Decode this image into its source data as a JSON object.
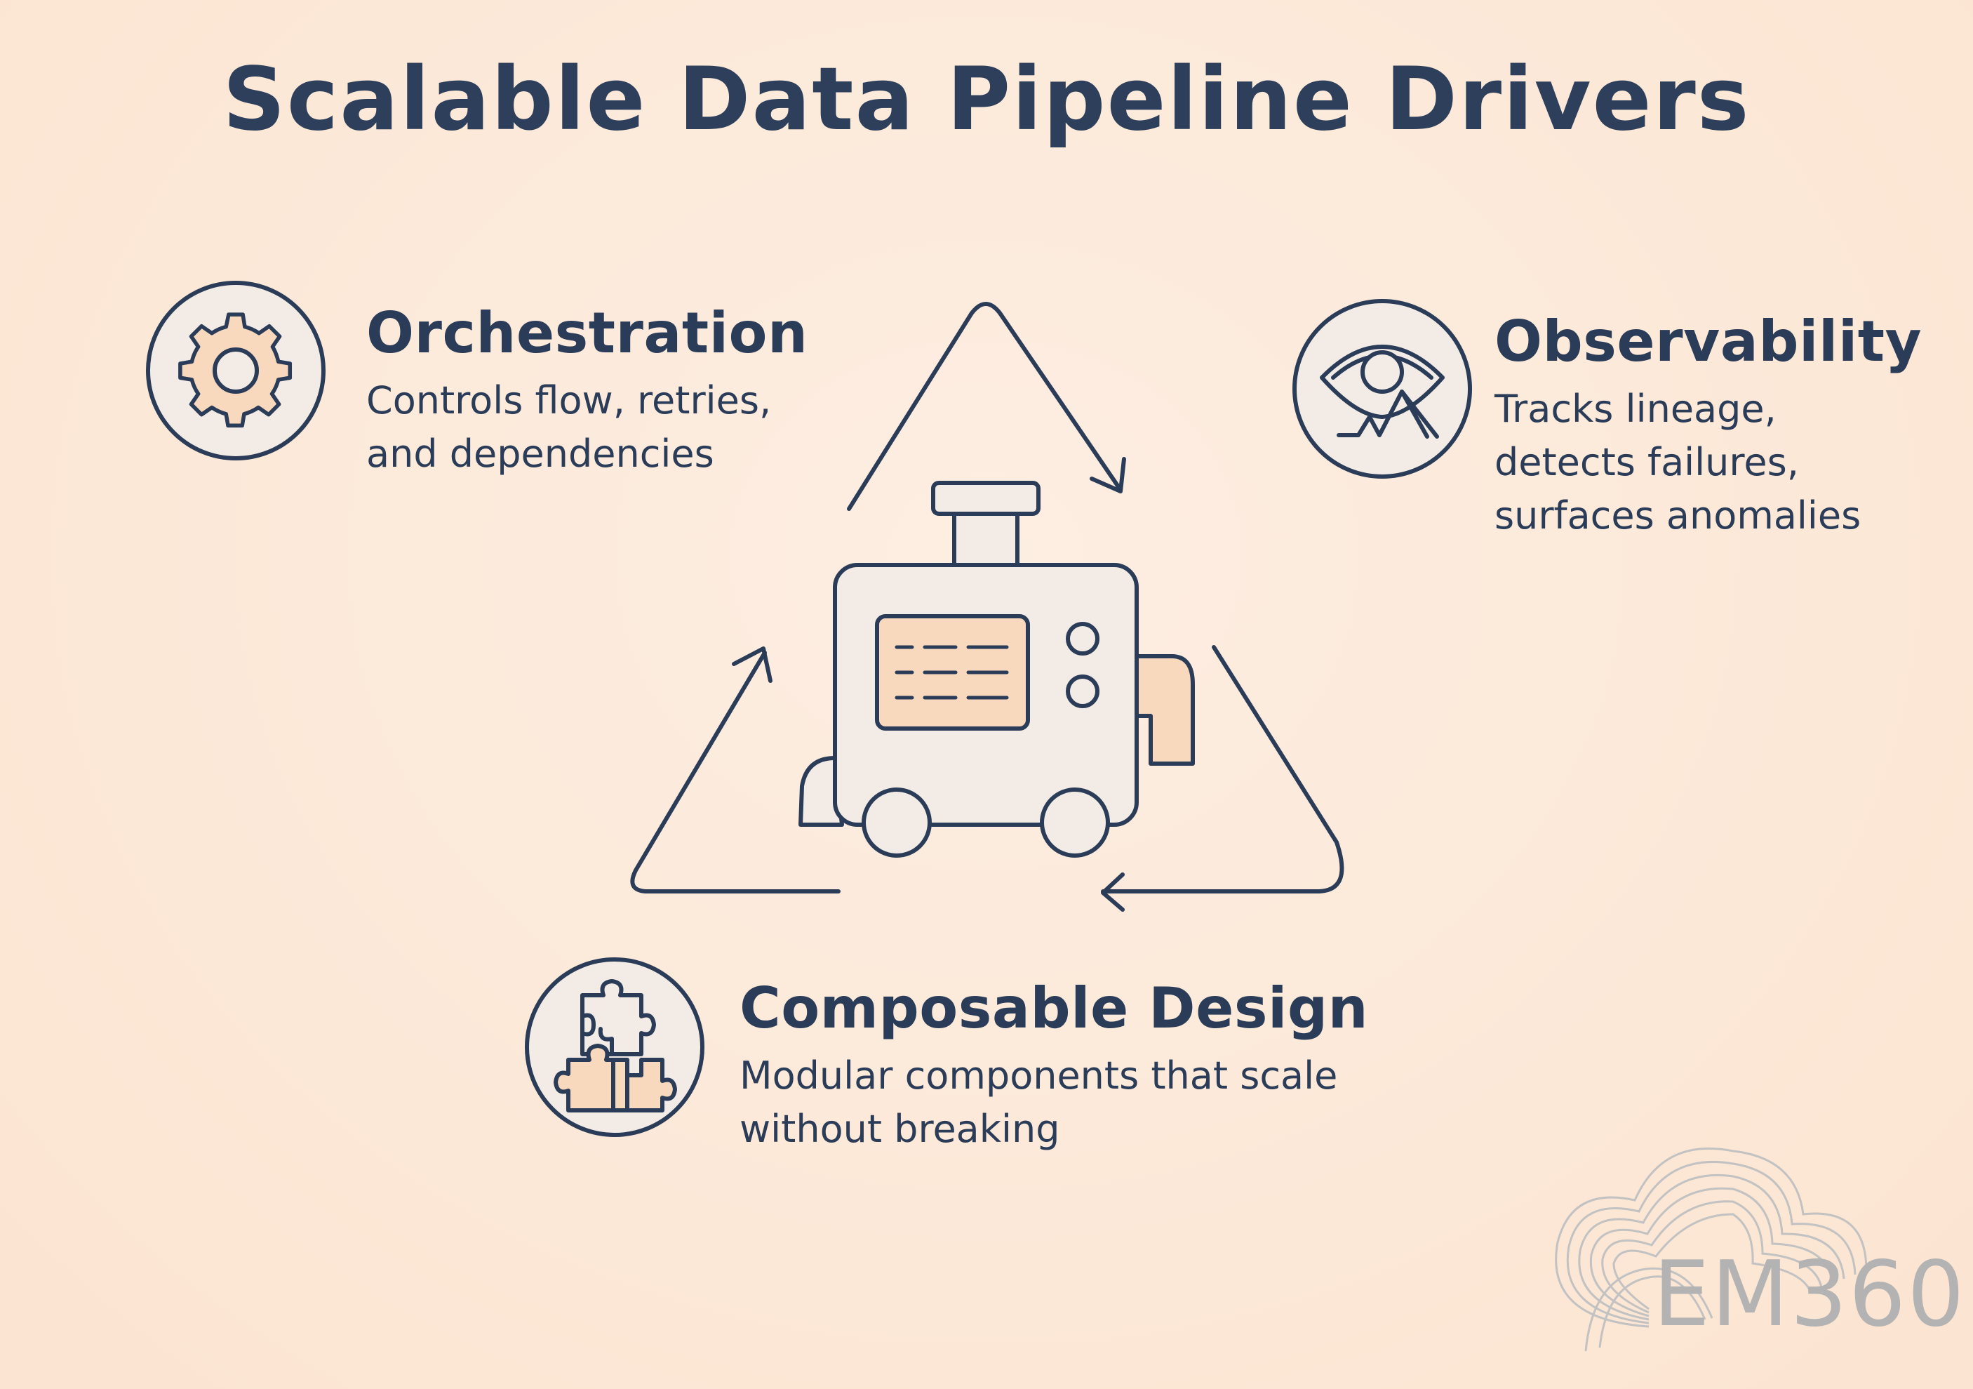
{
  "title": "Scalable Data Pipeline Drivers",
  "drivers": [
    {
      "heading": "Orchestration",
      "lines": [
        "Controls flow, retries,",
        "and dependencies"
      ],
      "icon": "gear-icon"
    },
    {
      "heading": "Observability",
      "lines": [
        "Tracks lineage,",
        "detects failures,",
        "surfaces anomalies"
      ],
      "icon": "eye-icon"
    },
    {
      "heading": "Composable Design",
      "lines": [
        "Modular components that scale",
        "without breaking"
      ],
      "icon": "puzzle-icon"
    }
  ],
  "center_icon": "pipeline-machine-icon",
  "cycle": "cycle-arrows",
  "logo": {
    "text": "EM360"
  },
  "colors": {
    "background": "#fdebdc",
    "ink": "#2a3c57",
    "accent": "#f8d9bd",
    "circle_fill": "#f3ece6",
    "logo_gray": "#b3b3b3"
  }
}
